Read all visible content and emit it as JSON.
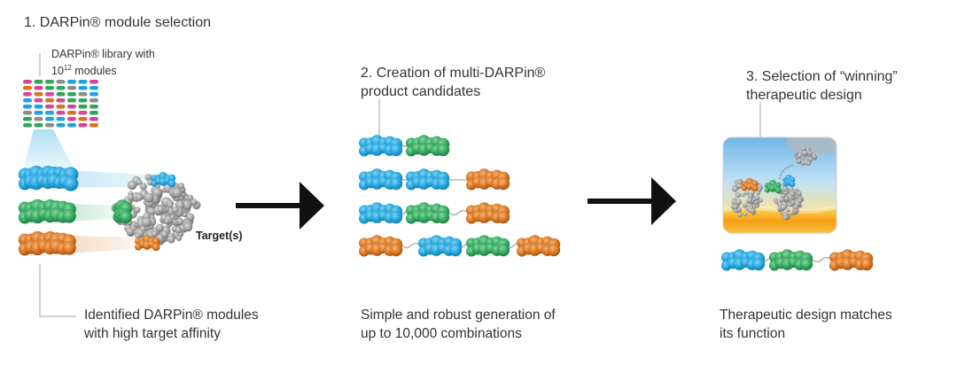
{
  "steps": [
    {
      "title": "1. DARPin® module selection",
      "library_label_line1": "DARPin® library with",
      "library_label_prefix": "10",
      "library_label_exponent": "12",
      "library_label_suffix": " modules",
      "target_label": "Target(s)",
      "caption_line1": "Identified DARPin® modules",
      "caption_line2": "with high target affinity"
    },
    {
      "title_line1": "2. Creation of multi-DARPin®",
      "title_line2": "product candidates",
      "caption_line1": "Simple and robust generation of",
      "caption_line2": "up to 10,000 combinations"
    },
    {
      "title_line1": "3. Selection of “winning”",
      "title_line2": "therapeutic design",
      "caption_line1": "Therapeutic design matches",
      "caption_line2": "its function"
    }
  ],
  "colors": {
    "blue": "#1fa3dc",
    "green": "#2ea65a",
    "orange": "#d9731c",
    "magenta": "#d6479a",
    "gray": "#8d8d8d",
    "text": "#333333",
    "arrow": "#111111"
  },
  "icons": [
    "darpin-module",
    "target-protein",
    "process-arrow",
    "therapeutic-scene"
  ]
}
